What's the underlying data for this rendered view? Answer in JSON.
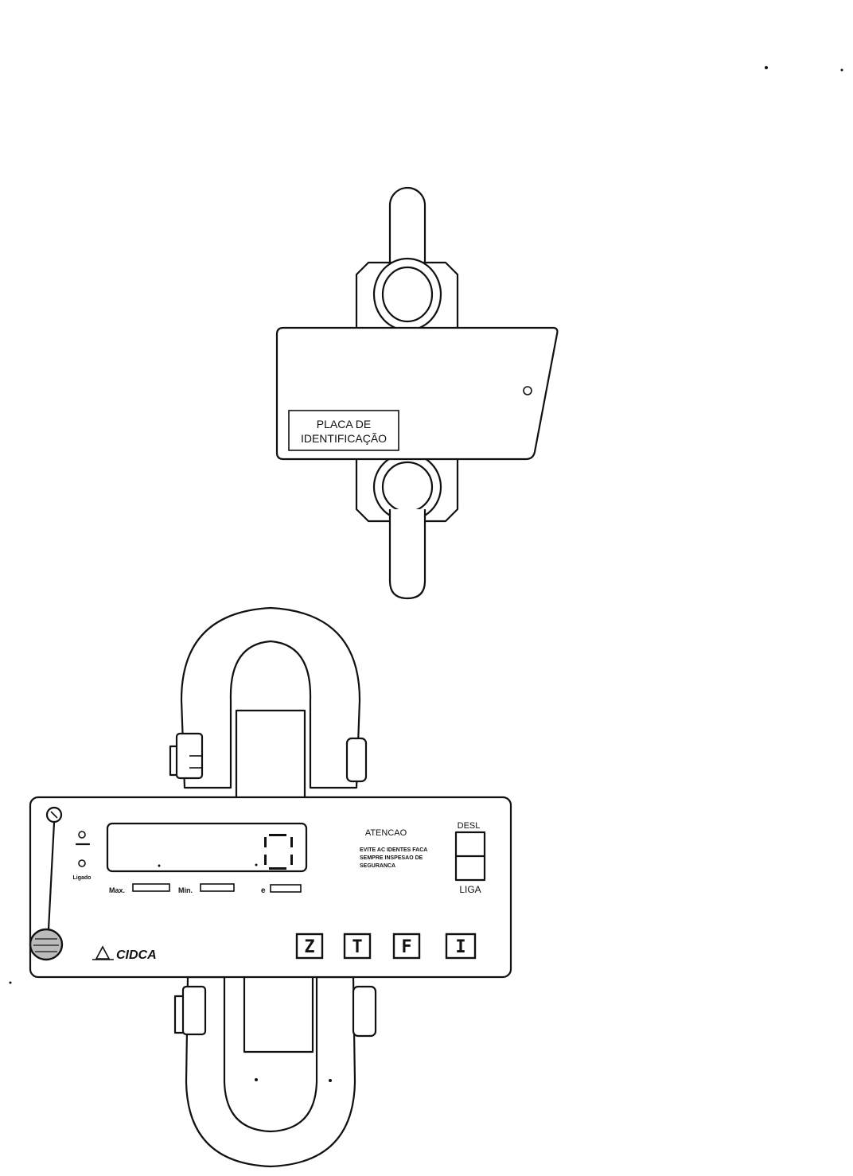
{
  "load_cell": {
    "plate_label_line1": "PLACA DE",
    "plate_label_line2": "IDENTIFICAÇÃO"
  },
  "dynamometer": {
    "warning_title": "ATENCAO",
    "warning_line1": "EVITE AC IDENTES FACA",
    "warning_line2": "SEMPRE INSPESAO DE",
    "warning_line3": "SEGURANCA",
    "indicator_top_label": "DESL",
    "indicator_bottom_label": "LIGA",
    "power_label": "Ligado",
    "max_label": "Max.",
    "min_label": "Min.",
    "e_label": "e",
    "keys": [
      "Z",
      "T",
      "F",
      "I"
    ],
    "brand": "CIDCA",
    "brand_icon": "scale-logo-icon"
  }
}
